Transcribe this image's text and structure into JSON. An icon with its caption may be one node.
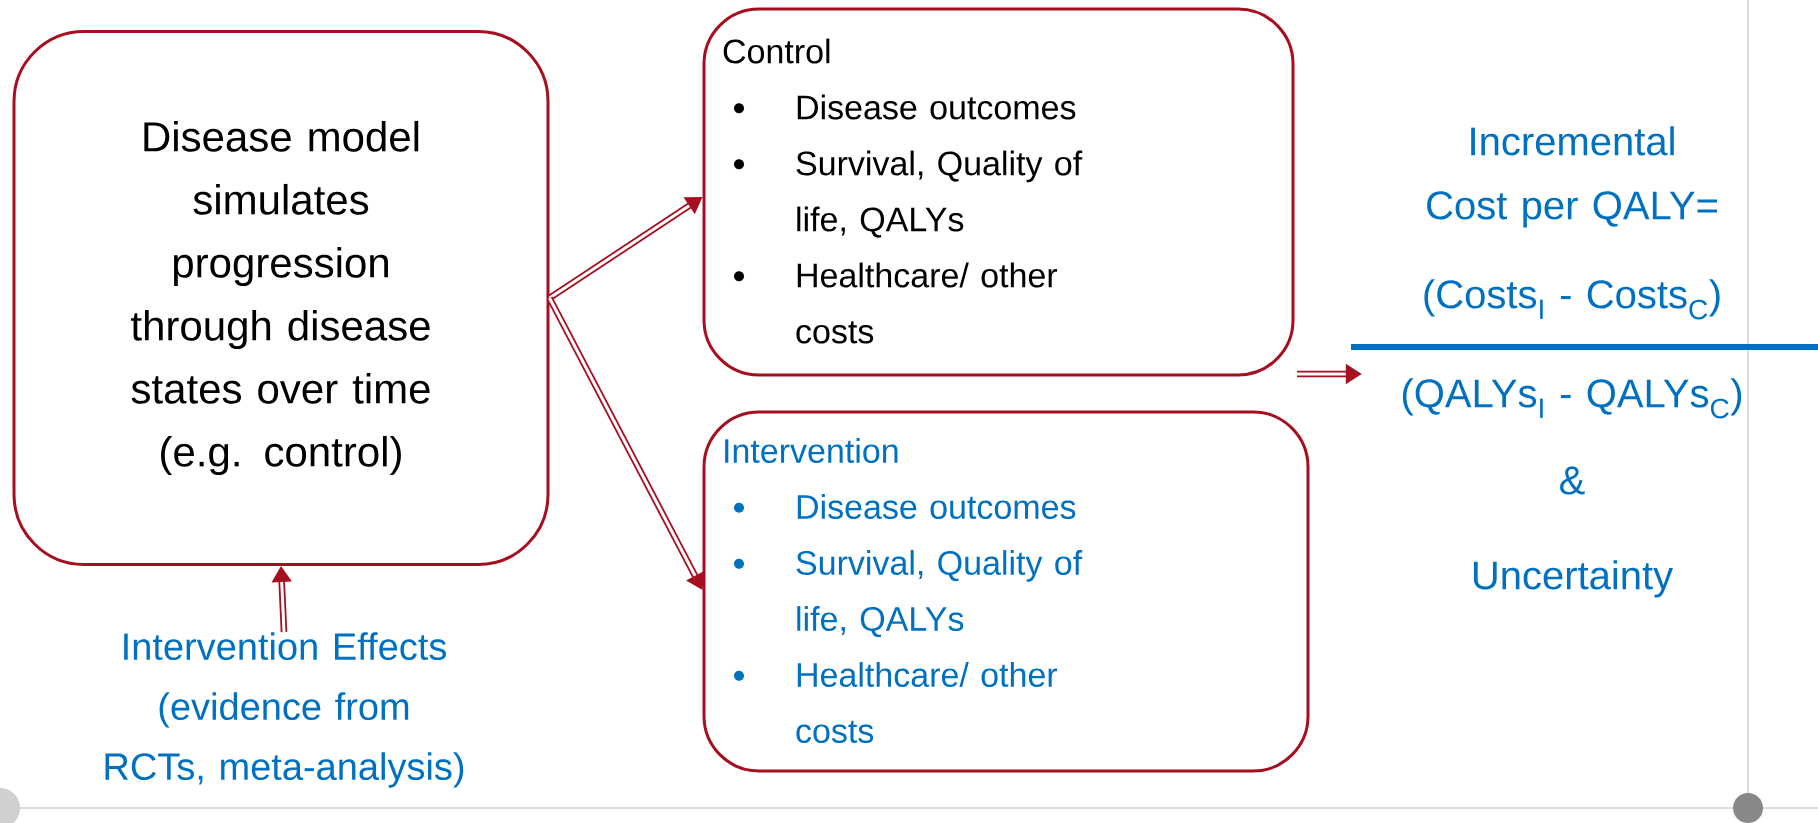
{
  "diagram": {
    "nodes": [
      {
        "text": [
          "Disease model simulates progression through disease states over time (e.g. control)"
        ]
      },
      {
        "text": [
          "Control",
          "Disease outcomes",
          "Survival, Quality of life, QALYs",
          "Healthcare/ other costs"
        ]
      },
      {
        "text": [
          "Intervention",
          "Disease outcomes",
          "Survival, Quality of life, QALYs",
          "Healthcare/ other costs"
        ]
      },
      {
        "text": [
          "Intervention Effects",
          "(evidence from RCTs, meta-analysis)"
        ]
      },
      {
        "text": [
          "Incremental  Cost per QALY=",
          "(Costs$_{I}$ - Costs$_{C}$)",
          "(QALYs$_{I}$ - QALYs$_{C}$)",
          "&",
          "Uncertainty"
        ]
      }
    ],
    "edges": [
      {
        "from": 0,
        "to": 1,
        "arrow": "to"
      },
      {
        "from": 0,
        "to": 2,
        "arrow": "to"
      },
      {
        "from": 3,
        "to": 0,
        "arrow": "to"
      },
      {
        "from": null,
        "to": 4,
        "arrow": "to"
      }
    ]
  }
}
